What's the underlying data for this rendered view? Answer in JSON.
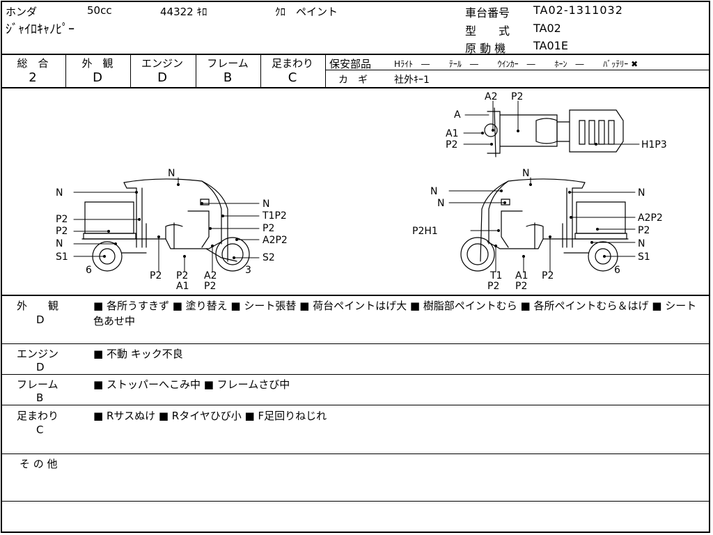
{
  "header": {
    "maker": "ホンダ",
    "displacement": "50cc",
    "mileage": "44322 ｷﾛ",
    "color": "ｸﾛ　ペイント",
    "model_name": "ｼﾞｬｲﾛｷｬﾉﾋﾟｰ",
    "chassis_label": "車台番号",
    "chassis_value": "TA02-1311032",
    "type_label": "型　　式",
    "type_value": "TA02",
    "engine_label": "原 動 機",
    "engine_value": "TA01E"
  },
  "grades": [
    {
      "label": "総　合",
      "value": "2"
    },
    {
      "label": "外　観",
      "value": "D"
    },
    {
      "label": "エンジン",
      "value": "D"
    },
    {
      "label": "フレーム",
      "value": "B"
    },
    {
      "label": "足まわり",
      "value": "C"
    }
  ],
  "safety": {
    "label": "保安部品",
    "items": "Hﾗｲﾄ　―　　 ﾃｰﾙ　―　　 ｳｲﾝｶｰ　―　　 ﾎｰﾝ　―　　 ﾊﾞｯﾃﾘｰ ✖",
    "key_label": "カ　ギ",
    "key_value": "社外ｷｰ1"
  },
  "diagram_labels": {
    "left": [
      "N",
      "N",
      "N",
      "P2",
      "P2",
      "N",
      "S1",
      "6",
      "P2",
      "P2",
      "A1",
      "A2",
      "P2",
      "3",
      "T1P2",
      "P2",
      "A2P2",
      "S2"
    ],
    "right": [
      "N",
      "N",
      "N",
      "N",
      "P2H1",
      "T1",
      "P2",
      "A1",
      "P2",
      "P2",
      "6",
      "N",
      "A2P2",
      "P2",
      "N",
      "S1"
    ],
    "top": [
      "A2",
      "P2",
      "A",
      "A1",
      "P2",
      "H1P3"
    ]
  },
  "notes": [
    {
      "label": "外　　観",
      "grade": "D",
      "text": "■ 各所うすきず ■ 塗り替え ■ シート張替 ■ 荷台ペイントはげ大 ■ 樹脂部ペイントむら ■ 各所ペイントむら＆はげ ■ シート色あせ中"
    },
    {
      "label": "エンジン",
      "grade": "D",
      "text": "■ 不動 キック不良"
    },
    {
      "label": "フレーム",
      "grade": "B",
      "text": "■ ストッパーへこみ中 ■ フレームさび中"
    },
    {
      "label": "足まわり",
      "grade": "C",
      "text": "■ Rサスぬけ ■ Rタイヤひび小 ■ F足回りねじれ"
    },
    {
      "label": "そ の 他",
      "grade": "",
      "text": ""
    }
  ]
}
